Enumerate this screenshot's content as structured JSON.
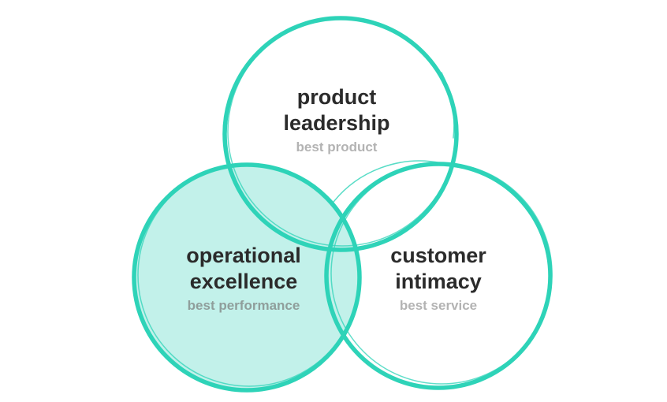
{
  "diagram": {
    "accent_color": "#2ed3b8",
    "fill_color": "#c2f1ea",
    "circles": [
      {
        "id": "product",
        "title_lines": [
          "product",
          "leadership"
        ],
        "subtitle": "best product",
        "subtitle_color": "#b3b3b3",
        "filled": false
      },
      {
        "id": "operational",
        "title_lines": [
          "operational",
          "excellence"
        ],
        "subtitle": "best performance",
        "subtitle_color": "#8f9e9b",
        "filled": true
      },
      {
        "id": "customer",
        "title_lines": [
          "customer",
          "intimacy"
        ],
        "subtitle": "best service",
        "subtitle_color": "#b3b3b3",
        "filled": false
      }
    ]
  }
}
